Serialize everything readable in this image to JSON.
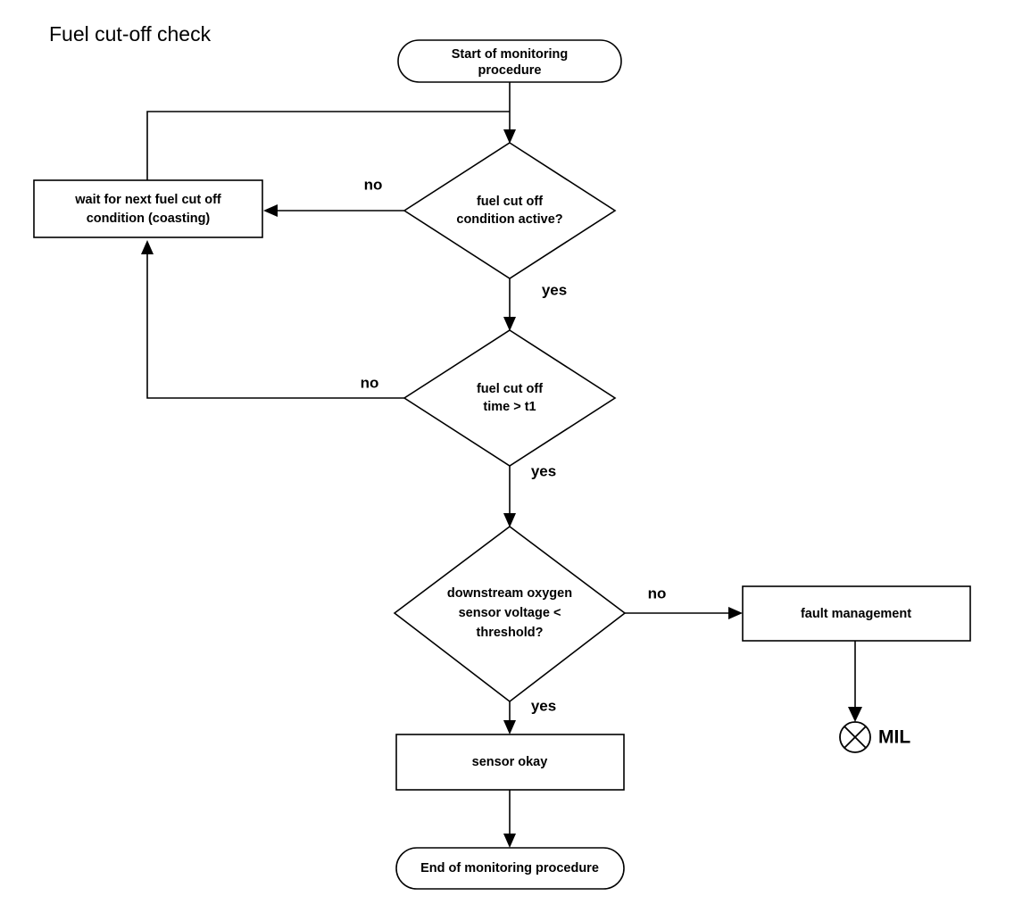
{
  "title": "Fuel cut-off check",
  "nodes": {
    "start": {
      "label": "Start of monitoring procedure",
      "line1": "Start of monitoring",
      "line2": "procedure",
      "shape": "stadium"
    },
    "wait": {
      "label": "wait for next fuel cut off condition (coasting)",
      "line1": "wait for next fuel cut off",
      "line2": "condition (coasting)",
      "shape": "rectangle"
    },
    "decision_condition": {
      "label": "fuel cut off condition active?",
      "line1": "fuel cut off",
      "line2": "condition active?",
      "shape": "diamond"
    },
    "decision_time": {
      "label": "fuel cut off time > t1",
      "line1": "fuel cut off",
      "line2": "time > t1",
      "shape": "diamond"
    },
    "decision_voltage": {
      "label": "downstream oxygen sensor voltage < threshold?",
      "line1": "downstream oxygen",
      "line2": "sensor voltage <",
      "line3": "threshold?",
      "shape": "diamond"
    },
    "fault_management": {
      "label": "fault management",
      "line1": "fault management",
      "shape": "rectangle"
    },
    "sensor_okay": {
      "label": "sensor okay",
      "line1": "sensor okay",
      "shape": "rectangle"
    },
    "end": {
      "label": "End of monitoring procedure",
      "line1": "End of monitoring procedure",
      "shape": "stadium"
    },
    "mil": {
      "label": "MIL",
      "shape": "circle-x"
    }
  },
  "edges": [
    {
      "from": "start",
      "to": "decision_condition",
      "label": ""
    },
    {
      "from": "decision_condition",
      "to": "wait",
      "label": "no"
    },
    {
      "from": "decision_condition",
      "to": "decision_time",
      "label": "yes"
    },
    {
      "from": "decision_time",
      "to": "wait",
      "label": "no"
    },
    {
      "from": "decision_time",
      "to": "decision_voltage",
      "label": "yes"
    },
    {
      "from": "decision_voltage",
      "to": "fault_management",
      "label": "no"
    },
    {
      "from": "decision_voltage",
      "to": "sensor_okay",
      "label": "yes"
    },
    {
      "from": "fault_management",
      "to": "mil",
      "label": ""
    },
    {
      "from": "sensor_okay",
      "to": "end",
      "label": ""
    },
    {
      "from": "wait",
      "to": "decision_condition",
      "label": ""
    }
  ],
  "edge_labels": {
    "no_condition": "no",
    "yes_condition": "yes",
    "no_time": "no",
    "yes_time": "yes",
    "no_voltage": "no",
    "yes_voltage": "yes"
  },
  "colors": {
    "stroke": "#000000",
    "fill": "#ffffff",
    "background": "#ffffff"
  }
}
